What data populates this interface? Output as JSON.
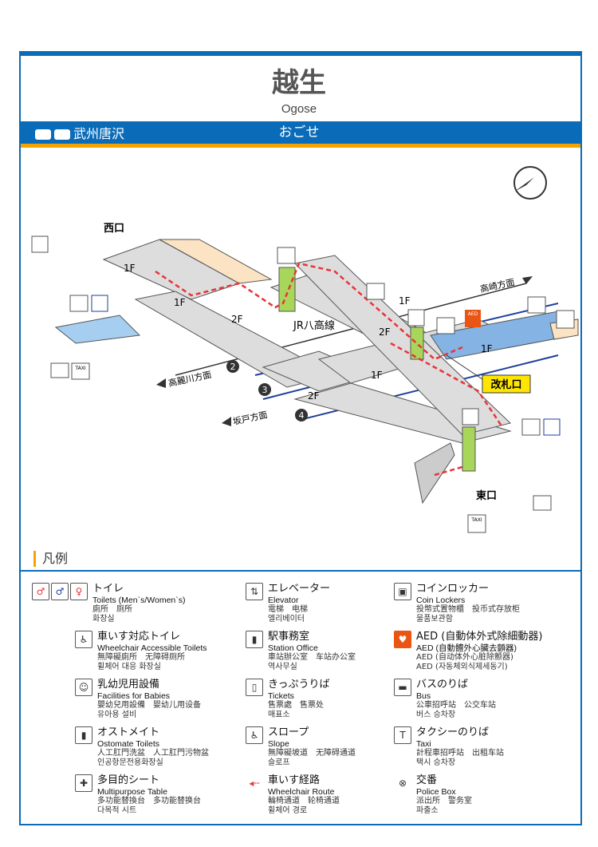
{
  "header": {
    "station_name": "越生",
    "romaji": "Ogose",
    "kana": "おごせ",
    "previous_station": "武州唐沢"
  },
  "map": {
    "west_exit": "西口",
    "east_exit": "東口",
    "gate": "改札口",
    "jr_line": "JR八高線",
    "floor_1f": "1F",
    "floor_2f": "2F",
    "dir_takasaki": "高崎方面",
    "dir_komagawa": "高麗川方面",
    "dir_sakado": "坂戸方面",
    "track2": "2",
    "track3": "3",
    "track4": "4",
    "aed": "AED",
    "taxi": "TAXI"
  },
  "legend": {
    "heading": "凡例",
    "items": [
      {
        "ja": "トイレ",
        "en": "Toilets (Men`s/Women`s)",
        "l1": "廁所　厕所",
        "l2": "화장실",
        "icon": "toilet-icon"
      },
      {
        "ja": "車いす対応トイレ",
        "en": "Wheelchair Accessible Toilets",
        "l1": "無障礙廁所　无障碍厕所",
        "l2": "휠체어 대응 화장실",
        "icon": "wheelchair-toilet-icon"
      },
      {
        "ja": "乳幼児用設備",
        "en": "Facilities for Babies",
        "l1": "嬰幼兒用設備　婴幼儿用设备",
        "l2": "유아용 설비",
        "icon": "baby-icon"
      },
      {
        "ja": "オストメイト",
        "en": "Ostomate Toilets",
        "l1": "人工肛門洗盆　人工肛門污物盆",
        "l2": "인공항문전용화장실",
        "icon": "ostomate-icon"
      },
      {
        "ja": "多目的シート",
        "en": "Multipurpose Table",
        "l1": "多功能替換台　多功能替换台",
        "l2": "다목적 시트",
        "icon": "multipurpose-table-icon"
      },
      {
        "ja": "エレベーター",
        "en": "Elevator",
        "l1": "電梯　电梯",
        "l2": "엘리베이터",
        "icon": "elevator-icon"
      },
      {
        "ja": "駅事務室",
        "en": "Station Office",
        "l1": "車站辦公室　车站办公室",
        "l2": "역사무실",
        "icon": "station-office-icon"
      },
      {
        "ja": "きっぷうりば",
        "en": "Tickets",
        "l1": "售票處　售票处",
        "l2": "매표소",
        "icon": "ticket-icon"
      },
      {
        "ja": "スロープ",
        "en": "Slope",
        "l1": "無障礙坡道　无障碍通道",
        "l2": "슬로프",
        "icon": "slope-icon"
      },
      {
        "ja": "車いす経路",
        "en": "Wheelchair Route",
        "l1": "輪椅通道　轮椅通道",
        "l2": "휠체어 경로",
        "icon": "wheelchair-route-icon"
      },
      {
        "ja": "コインロッカー",
        "en": "Coin Lockers",
        "l1": "投幣式置物櫃　投币式存放柜",
        "l2": "물품보관함",
        "icon": "coin-locker-icon"
      },
      {
        "ja": "AED (自動体外式除細動器)",
        "en": "AED (自動體外心臟去顫器)",
        "l1": "AED (自动体外心脏除颤器)",
        "l2": "AED (자동체외식제세동기)",
        "icon": "aed-icon"
      },
      {
        "ja": "バスのりば",
        "en": "Bus",
        "l1": "公車招呼站　公交车站",
        "l2": "버스 승차장",
        "icon": "bus-icon"
      },
      {
        "ja": "タクシーのりば",
        "en": "Taxi",
        "l1": "計程車招呼站　出租车站",
        "l2": "택시 승차장",
        "icon": "taxi-icon"
      },
      {
        "ja": "交番",
        "en": "Police Box",
        "l1": "派出所　警务室",
        "l2": "파출소",
        "icon": "police-box-icon"
      }
    ]
  },
  "colors": {
    "brand": "#0a6cb8",
    "accent": "#f4a300",
    "route": "#e8333a",
    "platform": "#d9d9d9",
    "elevator": "#a8d65a",
    "gate": "#ffe600"
  }
}
